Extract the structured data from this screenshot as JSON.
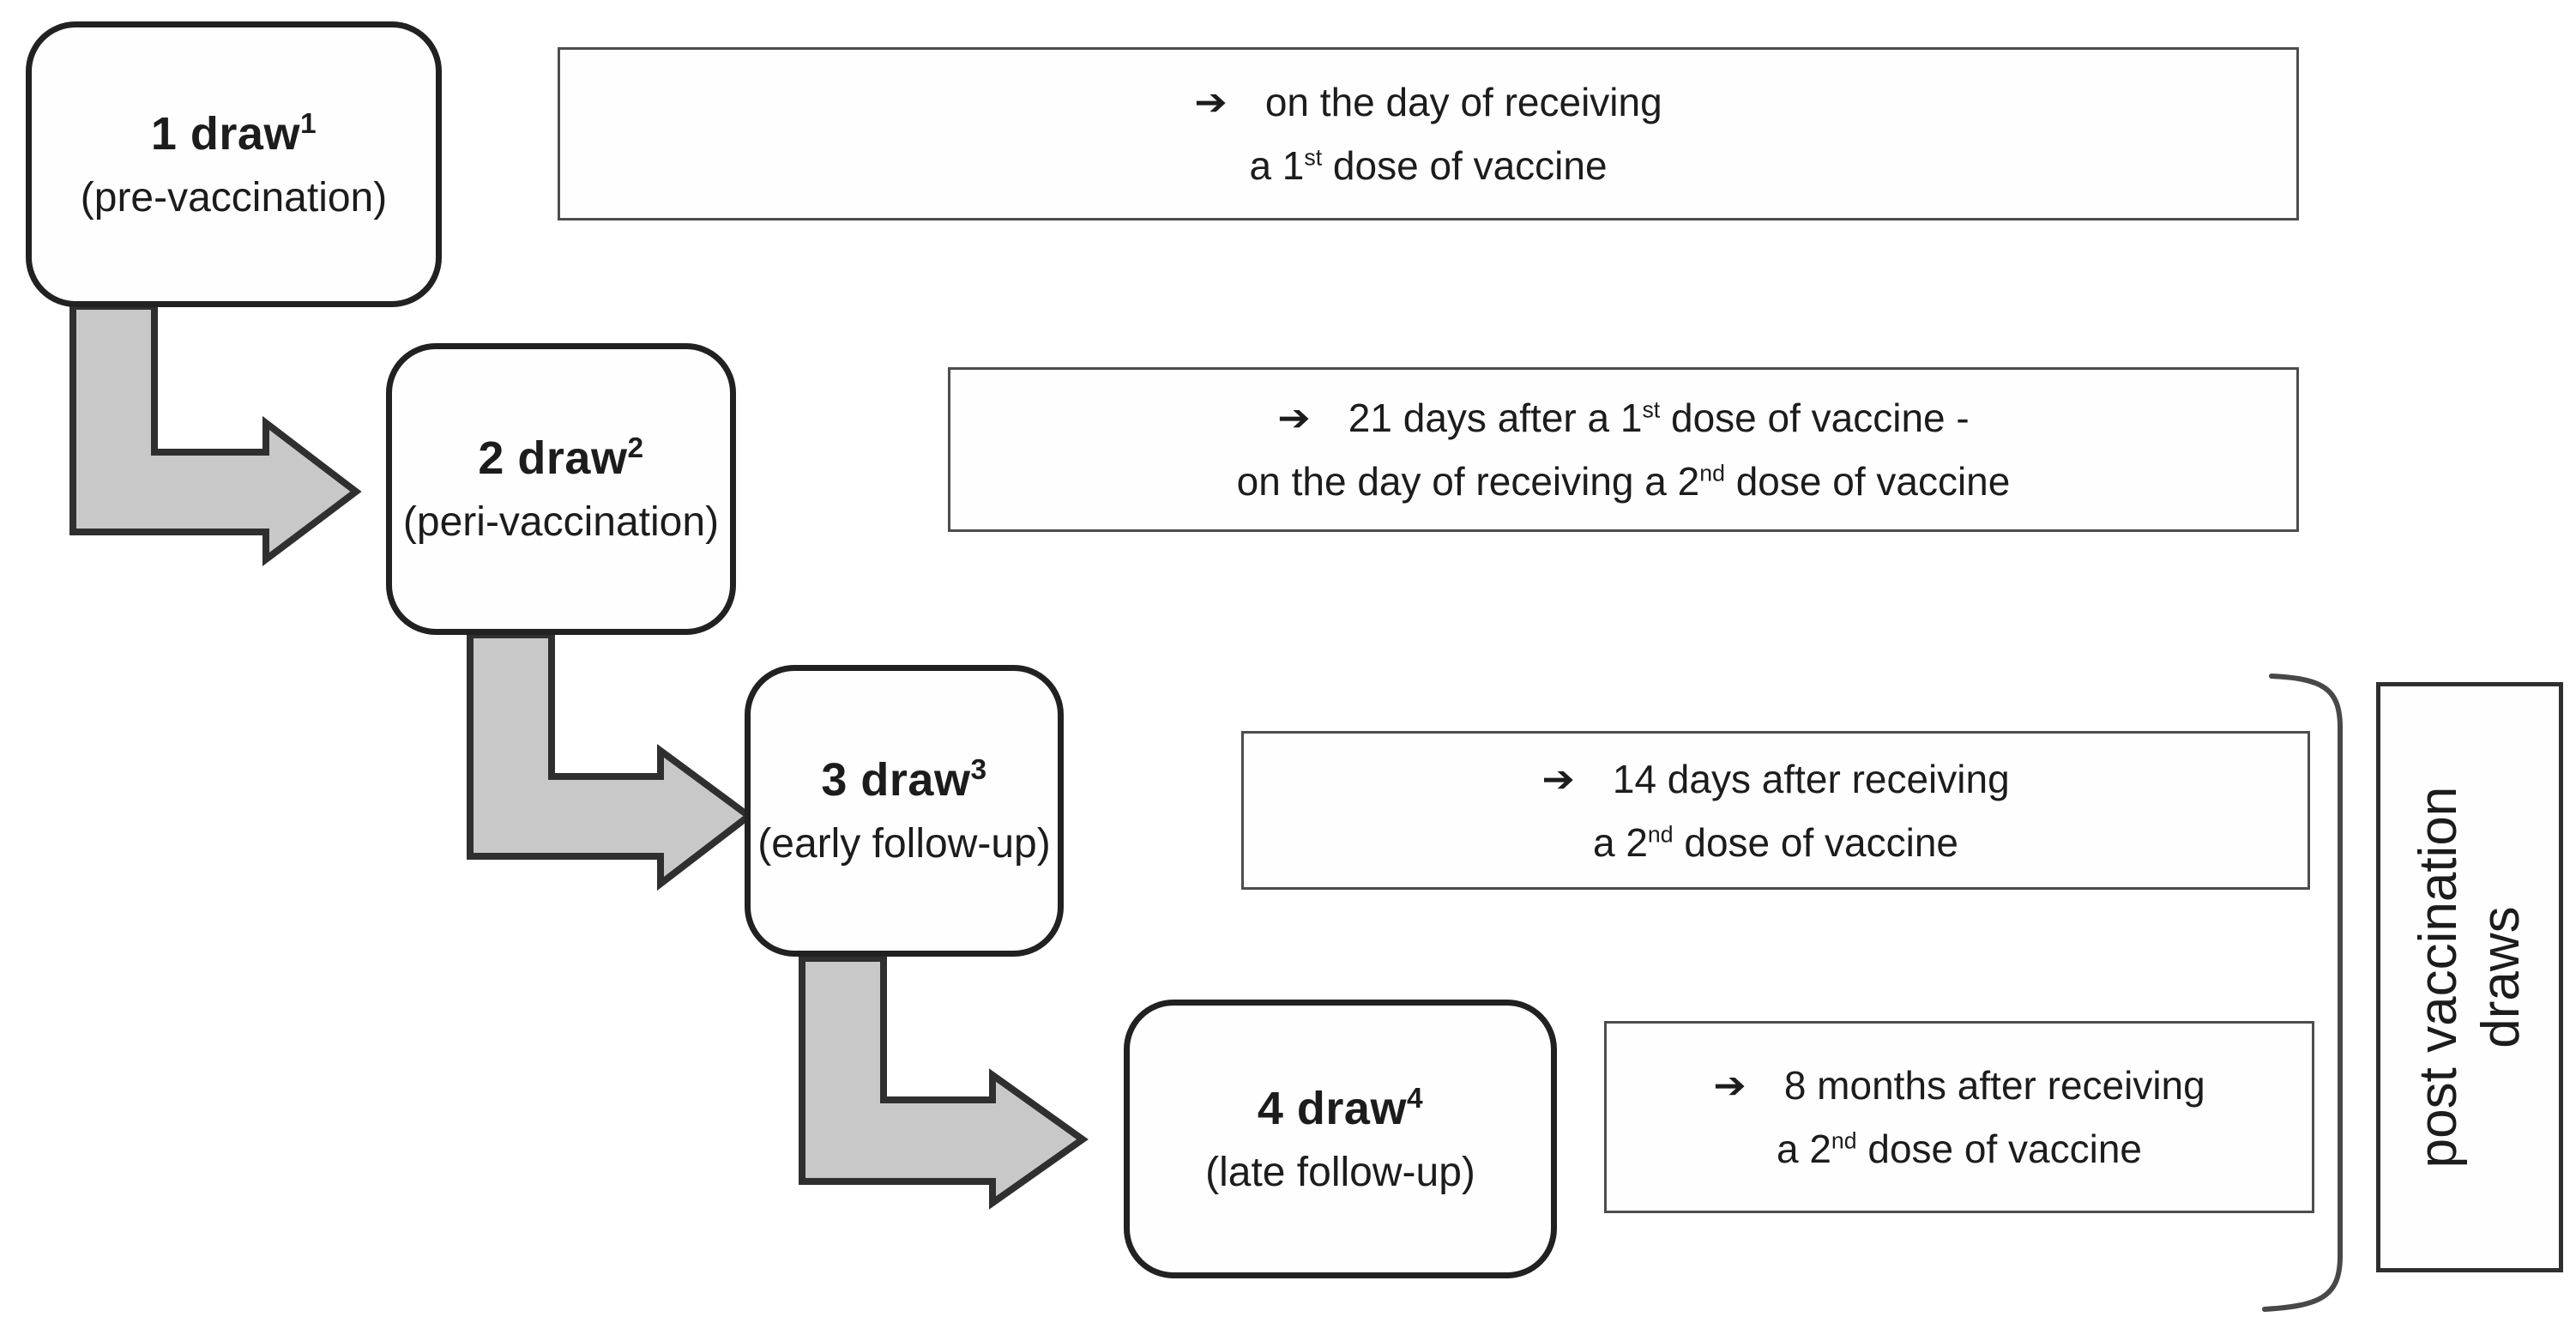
{
  "figure": {
    "arrow_glyph": "➔",
    "draw_boxes": [
      {
        "title": "1 draw",
        "sup": "1",
        "subtitle": "(pre-vaccination)"
      },
      {
        "title": "2 draw",
        "sup": "2",
        "subtitle": "(peri-vaccination)"
      },
      {
        "title": "3 draw",
        "sup": "3",
        "subtitle": "(early follow-up)"
      },
      {
        "title": "4 draw",
        "sup": "4",
        "subtitle": "(late follow-up)"
      }
    ],
    "timing_boxes": [
      {
        "line1_pre": "on the day of receiving",
        "line1_sup": "",
        "line1_post": "",
        "line2_pre": "a 1",
        "line2_sup": "st",
        "line2_post": " dose of vaccine"
      },
      {
        "line1_pre": "21 days after a 1",
        "line1_sup": "st",
        "line1_post": " dose of vaccine -",
        "line2_pre": "on the day of receiving a 2",
        "line2_sup": "nd",
        "line2_post": " dose of vaccine"
      },
      {
        "line1_pre": "14 days after receiving",
        "line1_sup": "",
        "line1_post": "",
        "line2_pre": "a 2",
        "line2_sup": "nd",
        "line2_post": " dose of vaccine"
      },
      {
        "line1_pre": "8 months after receiving",
        "line1_sup": "",
        "line1_post": "",
        "line2_pre": "a 2",
        "line2_sup": "nd",
        "line2_post": " dose of vaccine"
      }
    ],
    "side_label": {
      "line1": "post vaccination",
      "line2": "draws"
    },
    "colors": {
      "arrow_fill": "#c8c8c8",
      "arrow_stroke": "#2f2f2f",
      "box_border": "#212121",
      "timing_border": "#4d4d4d",
      "bracket": "#484848",
      "text": "#1c1c1c"
    }
  }
}
